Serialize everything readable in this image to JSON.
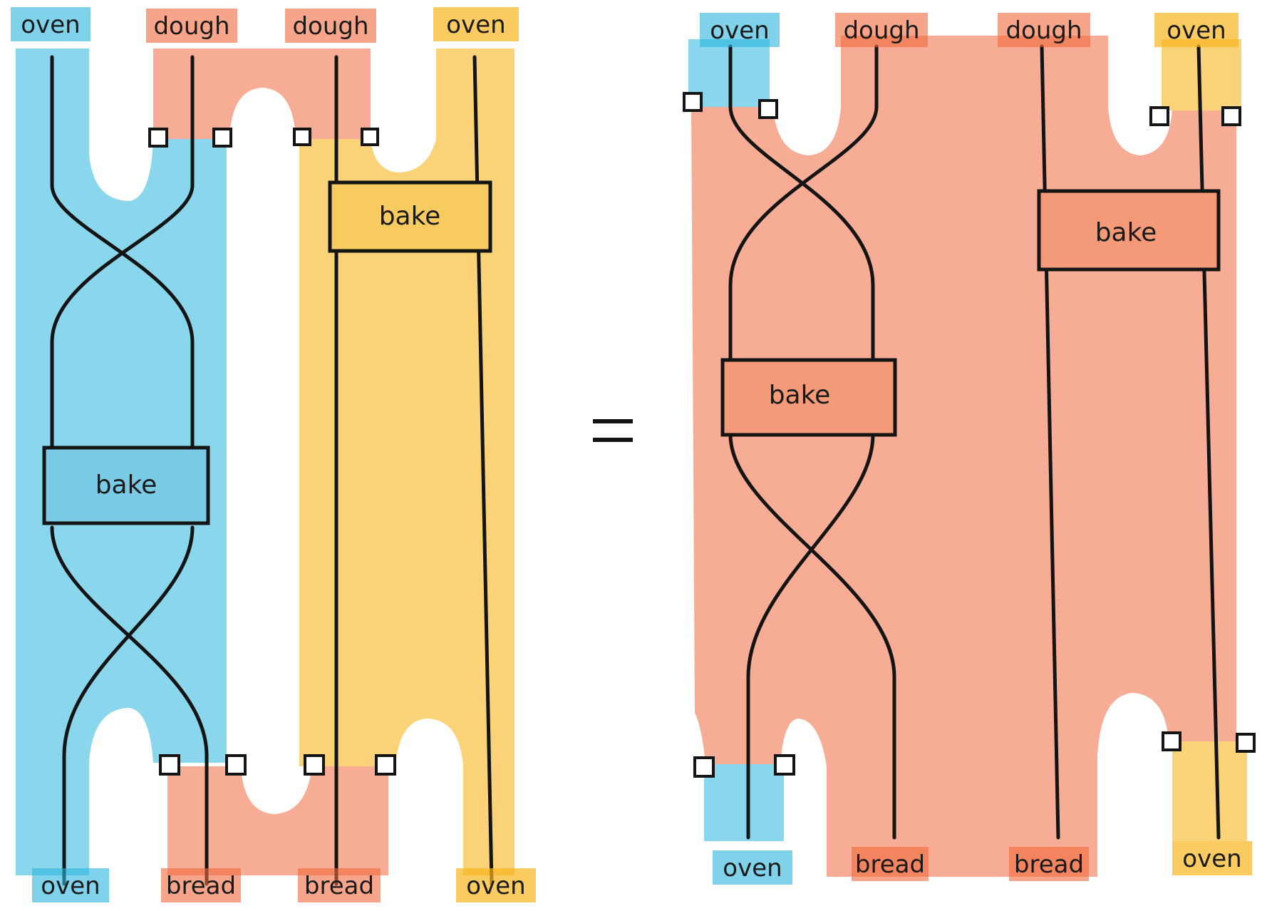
{
  "colors": {
    "blue": "#2ab4dc",
    "red": "#f0693e",
    "yellow": "#f6b51e",
    "ink": "#141414",
    "background": "#ffffff"
  },
  "equation": {
    "symbol": "="
  },
  "left": {
    "top_labels": [
      "oven",
      "dough",
      "dough",
      "oven"
    ],
    "bottom_labels": [
      "oven",
      "bread",
      "bread",
      "oven"
    ],
    "boxes": [
      "bake",
      "bake"
    ]
  },
  "right": {
    "top_labels": [
      "oven",
      "dough",
      "dough",
      "oven"
    ],
    "bottom_labels": [
      "oven",
      "bread",
      "bread",
      "oven"
    ],
    "boxes": [
      "bake",
      "bake"
    ]
  }
}
